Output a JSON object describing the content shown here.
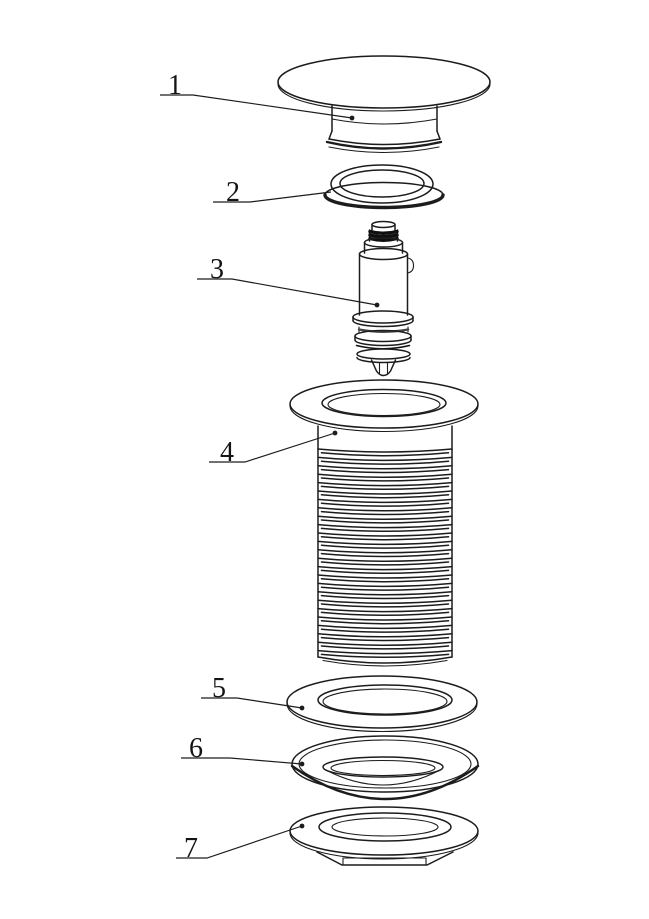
{
  "figure": {
    "background_color": "#ffffff",
    "line_color": "#1c1c1c",
    "callouts": [
      {
        "label": "1"
      },
      {
        "label": "2"
      },
      {
        "label": "3"
      },
      {
        "label": "4"
      },
      {
        "label": "5"
      },
      {
        "label": "6"
      },
      {
        "label": "7"
      }
    ]
  }
}
